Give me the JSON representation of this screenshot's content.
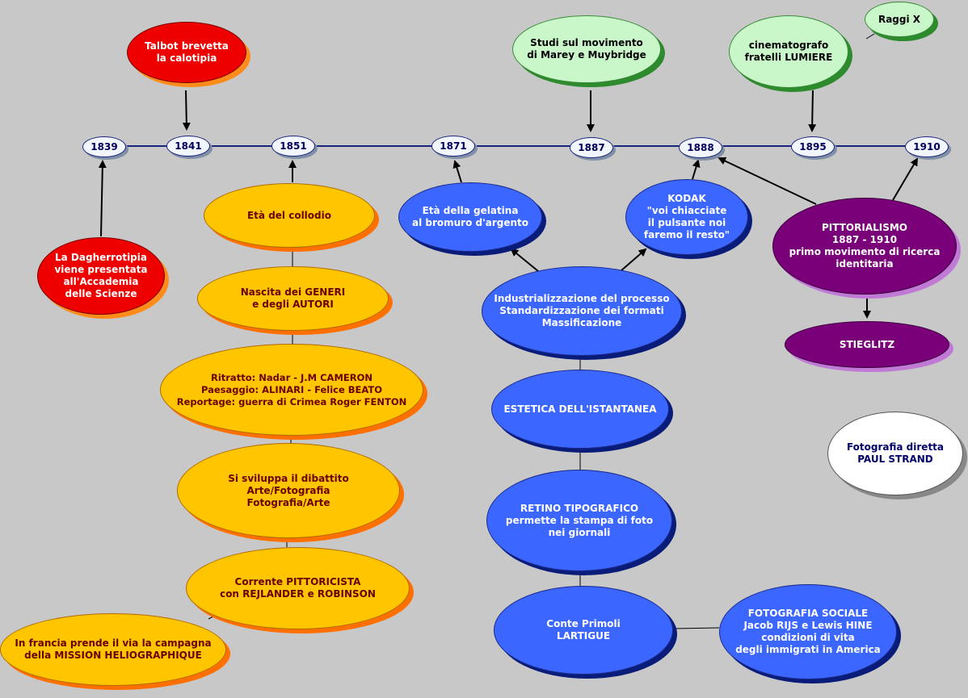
{
  "years": [
    "1839",
    "1841",
    "1851",
    "1871",
    "1887",
    "1888",
    "1895",
    "1910"
  ],
  "nodes": {
    "talbot": "Talbot brevetta\nla calotipia",
    "dagherrotipia": "La Dagherrotipia\nviene presentata\nall'Accademia\ndelle Scienze",
    "marey": "Studi sul movimento\ndi Marey e Muybridge",
    "lumiere": "cinematografo\nfratelli LUMIERE",
    "raggix": "Raggi X",
    "collodio": "Età del collodio",
    "generi": "Nascita dei GENERI\ne degli AUTORI",
    "ritratto": "Ritratto: Nadar - J.M CAMERON\nPaesaggio: ALINARI - Felice BEATO\nReportage: guerra di Crimea Roger FENTON",
    "dibattito": "Si sviluppa il dibattito\nArte/Fotografia\nFotografia/Arte",
    "pittoricista": "Corrente PITTORICISTA\ncon REJLANDER e ROBINSON",
    "mission": "In francia prende il via la campagna\ndella MISSION HELIOGRAPHIQUE",
    "gelatina": "Età della gelatina\nal bromuro d'argento",
    "kodak": "KODAK\n\"voi chiacciate\nil pulsante noi\nfaremo il resto\"",
    "industrializzazione": "Industrializzazione del processo\nStandardizzazione dei formati\nMassificazione",
    "estetica": "ESTETICA DELL'ISTANTANEA",
    "retino": "RETINO TIPOGRAFICO\npermette la stampa di foto\nnei giornali",
    "primoli": "Conte Primoli\nLARTIGUE",
    "sociale": "FOTOGRAFIA SOCIALE\nJacob RIJS e Lewis HINE\ncondizioni di vita\ndegli immigrati in America",
    "pittorialismo": "PITTORIALISMO\n1887 - 1910\nprimo movimento di ricerca\nidentitaria",
    "stieglitz": "STIEGLITZ",
    "strand": "Fotografia diretta\nPAUL STRAND"
  },
  "colors": {
    "background": "#c8c8c8",
    "timeline": "#1a237e",
    "red": "#ee0000",
    "green": "#c9f7c9",
    "orange": "#ffc600",
    "blue": "#3b66ff",
    "purple": "#7a007a",
    "white": "#ffffff"
  }
}
